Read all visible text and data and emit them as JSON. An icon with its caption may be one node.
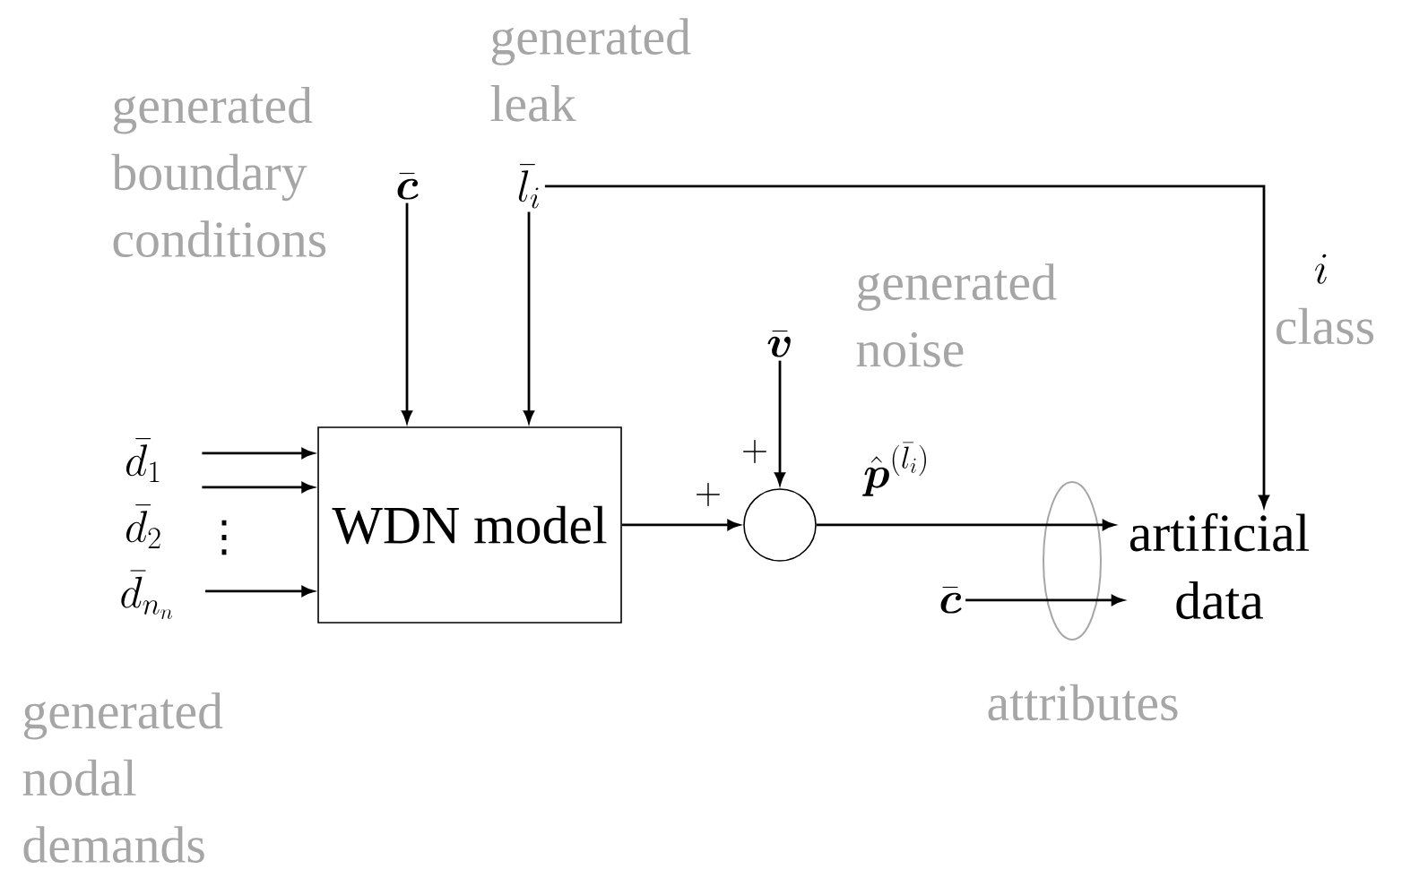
{
  "diagram": {
    "nodes": [
      {
        "text": [
          "\\bar{\\boldsymbol{c}}"
        ],
        "beside": [
          "generated boundary conditions"
        ]
      },
      {
        "text": [
          "\\bar{l}_i"
        ],
        "beside": [
          "generated leak"
        ]
      },
      {
        "text": [
          "\\bar{d}_1"
        ]
      },
      {
        "text": [
          "\\bar{d}_2"
        ]
      },
      {
        "text": [
          "\\bar{d}_{n_n}"
        ],
        "beside": [
          "generated nodal demands"
        ]
      },
      {
        "text": [
          "WDN model"
        ]
      },
      {
        "text": [
          "\\bar{\\boldsymbol{v}}"
        ],
        "beside": [
          "generated noise"
        ]
      },
      {
        "text": [],
        "shape": "circle"
      },
      {
        "text": [
          "artificial data"
        ]
      },
      {
        "text": [
          "\\bar{\\boldsymbol{c}}"
        ]
      }
    ],
    "edges": [
      {
        "from": 0,
        "to": 5,
        "arrow": "to"
      },
      {
        "from": 1,
        "to": 5,
        "arrow": "to"
      },
      {
        "from": 2,
        "to": 5,
        "arrow": "to"
      },
      {
        "from": 3,
        "to": 5,
        "arrow": "to"
      },
      {
        "from": 4,
        "to": 5,
        "arrow": "to"
      },
      {
        "from": 5,
        "to": 7,
        "arrow": "to",
        "label": "+"
      },
      {
        "from": 6,
        "to": 7,
        "arrow": "to",
        "label": "+"
      },
      {
        "from": 7,
        "to": 8,
        "arrow": "to",
        "label": "\\hat{\\boldsymbol{p}}^{(\\bar{l}_i)}"
      },
      {
        "from": 9,
        "to": 8,
        "arrow": "to"
      },
      {
        "from": 1,
        "to": 8,
        "arrow": "to",
        "label": "i"
      }
    ],
    "labels": [
      "⋮",
      "class",
      "attributes"
    ]
  }
}
